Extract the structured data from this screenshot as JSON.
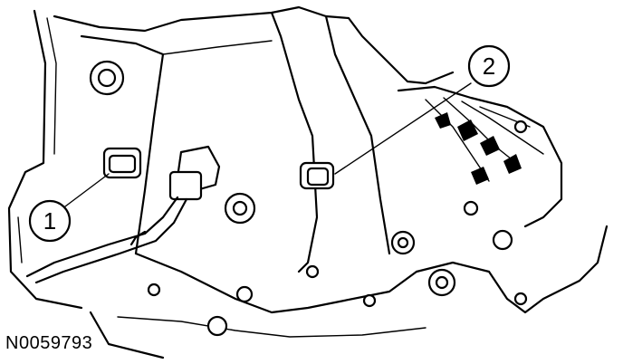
{
  "figure_id": "N0059793",
  "callouts": [
    {
      "label": "1"
    },
    {
      "label": "2"
    }
  ],
  "colors": {
    "ink": "#000000",
    "paper": "#ffffff"
  }
}
